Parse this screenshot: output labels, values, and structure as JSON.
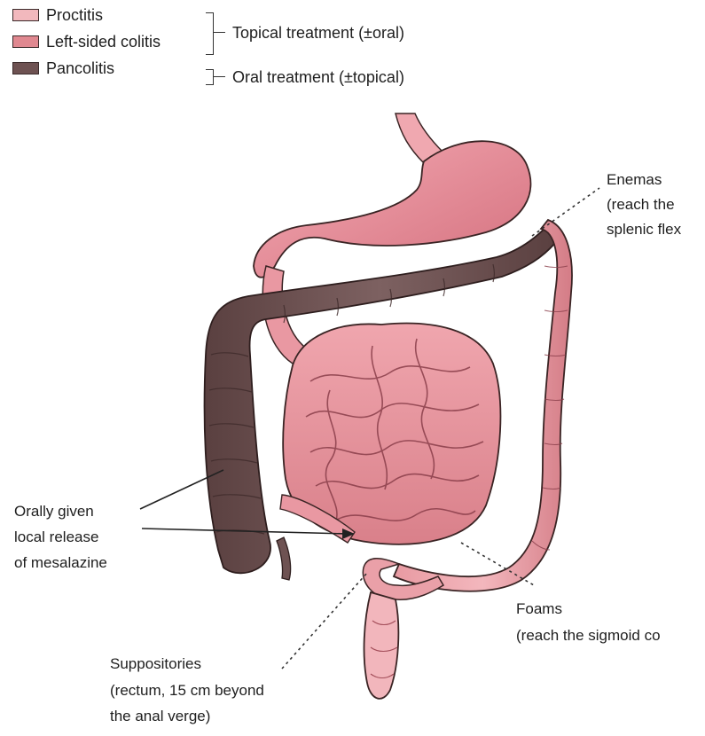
{
  "legend": {
    "items": [
      {
        "label": "Proctitis",
        "color": "#f2b8bd"
      },
      {
        "label": "Left-sided colitis",
        "color": "#e08890"
      },
      {
        "label": "Pancolitis",
        "color": "#6e5252"
      }
    ],
    "groups": [
      {
        "label": "Topical treatment (±oral)"
      },
      {
        "label": "Oral treatment (±topical)"
      }
    ]
  },
  "annotations": {
    "enemas": [
      "Enemas",
      "(reach the",
      "splenic flex"
    ],
    "oral": [
      "Orally given",
      "local release",
      "of mesalazine"
    ],
    "foams": [
      "Foams",
      "(reach the sigmoid co"
    ],
    "suppositories": [
      "Suppositories",
      "(rectum, 15 cm beyond",
      "the anal verge)"
    ]
  },
  "colors": {
    "stomach": "#e68a96",
    "small_intestine": "#ec9aa4",
    "pancolitis": "#6e5252",
    "left_colon": "#e5929a",
    "rectum": "#f2b6bc",
    "outline": "#3a2424"
  }
}
